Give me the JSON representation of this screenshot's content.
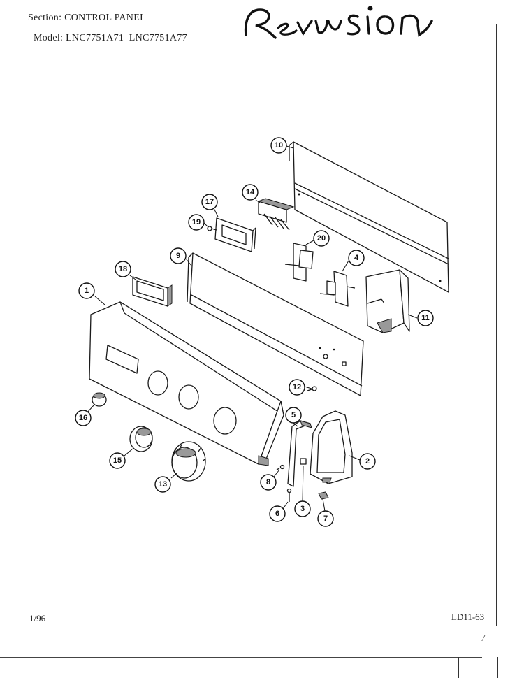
{
  "header": {
    "section_label": "Section:",
    "section_value": "CONTROL PANEL",
    "model_label": "Model:",
    "model_values": "LNC7751A71  LNC7751A77",
    "stamp": "Revision"
  },
  "footer": {
    "date": "1/96",
    "page_code": "LD11-63",
    "mark": "/"
  },
  "callouts": [
    "10",
    "14",
    "17",
    "19",
    "20",
    "9",
    "18",
    "4",
    "1",
    "11",
    "12",
    "16",
    "5",
    "2",
    "15",
    "13",
    "8",
    "3",
    "6",
    "7"
  ]
}
